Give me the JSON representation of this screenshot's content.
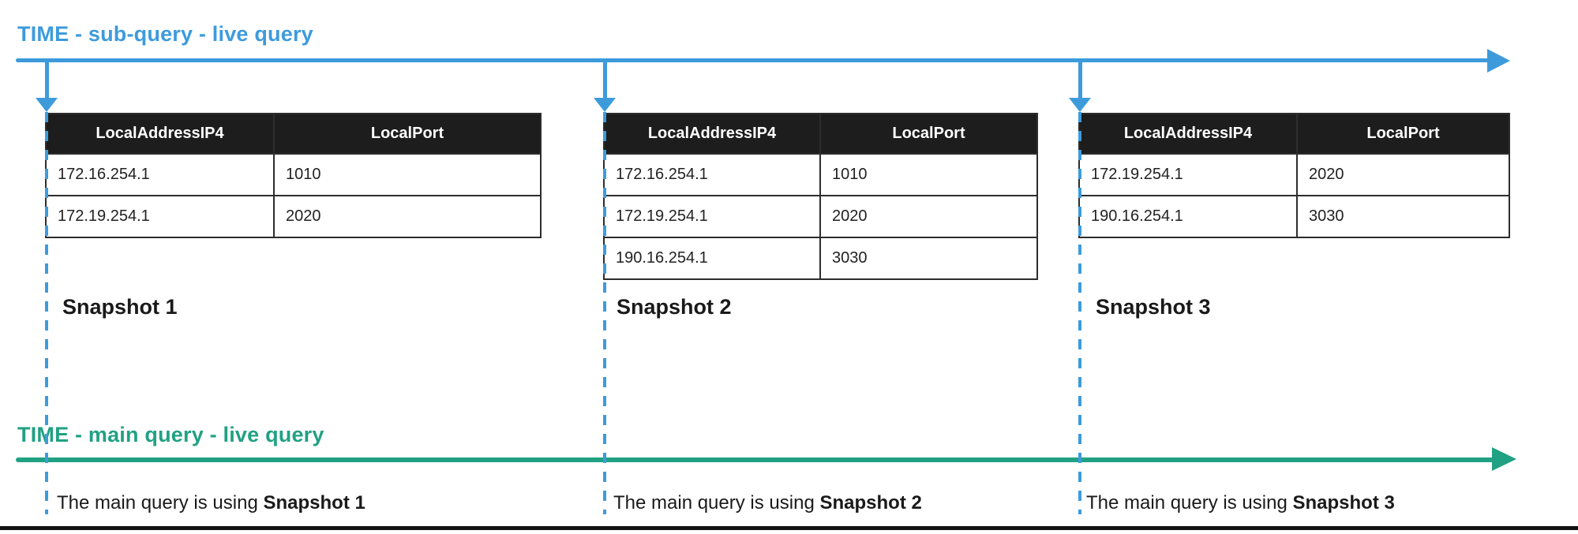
{
  "colors": {
    "sub_query_blue": "#3d9bdc",
    "main_query_green": "#21a183",
    "table_header_bg": "#1d1d1d",
    "table_border": "#2d2d2d",
    "text": "#1a1a1a"
  },
  "timelines": {
    "sub": {
      "label": "TIME - sub-query - live query"
    },
    "main": {
      "label": "TIME - main query - live query"
    }
  },
  "columns": [
    "LocalAddressIP4",
    "LocalPort"
  ],
  "snapshots": [
    {
      "name": "Snapshot 1",
      "caption_prefix": "The main query is using ",
      "caption_bold": "Snapshot 1",
      "rows": [
        [
          "172.16.254.1",
          "1010"
        ],
        [
          "172.19.254.1",
          "2020"
        ]
      ]
    },
    {
      "name": "Snapshot 2",
      "caption_prefix": "The main query is using ",
      "caption_bold": "Snapshot 2",
      "rows": [
        [
          "172.16.254.1",
          "1010"
        ],
        [
          "172.19.254.1",
          "2020"
        ],
        [
          "190.16.254.1",
          "3030"
        ]
      ]
    },
    {
      "name": "Snapshot 3",
      "caption_prefix": "The main query is using ",
      "caption_bold": "Snapshot 3",
      "rows": [
        [
          "172.19.254.1",
          "2020"
        ],
        [
          "190.16.254.1",
          "3030"
        ]
      ]
    }
  ]
}
